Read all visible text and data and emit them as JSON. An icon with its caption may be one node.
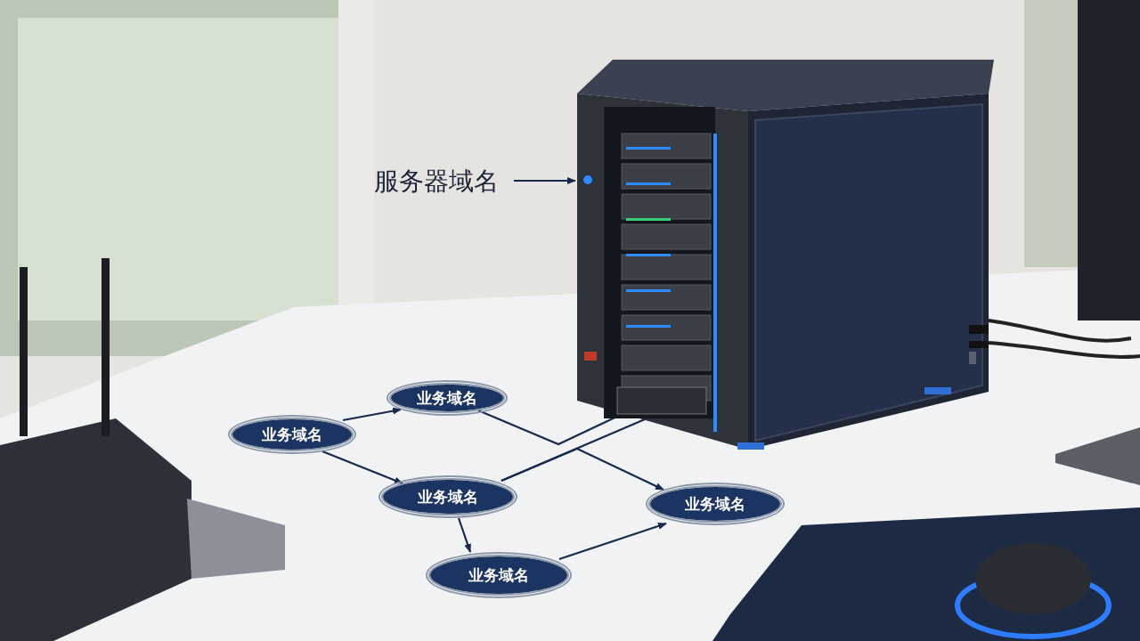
{
  "diagram": {
    "nodes": [
      {
        "text": [
          "服务器域名"
        ]
      },
      {
        "text": [],
        "shape": "picture"
      },
      {
        "text": [
          "业务域名"
        ]
      },
      {
        "text": [
          "业务域名"
        ]
      },
      {
        "text": [
          "业务域名"
        ]
      },
      {
        "text": [
          "业务域名"
        ]
      },
      {
        "text": [
          "业务域名"
        ]
      }
    ],
    "edges": [
      {
        "from": 0,
        "to": 1,
        "arrow": "to"
      },
      {
        "from": 2,
        "to": 3,
        "arrow": "to"
      },
      {
        "from": 2,
        "to": 4,
        "arrow": "to"
      },
      {
        "from": 3,
        "to": 1,
        "arrow": "none"
      },
      {
        "from": 4,
        "to": 1,
        "arrow": "none"
      },
      {
        "from": 4,
        "to": 5,
        "arrow": "to"
      },
      {
        "from": 4,
        "to": 6,
        "arrow": "to"
      },
      {
        "from": 6,
        "to": 5,
        "arrow": "to"
      }
    ]
  }
}
